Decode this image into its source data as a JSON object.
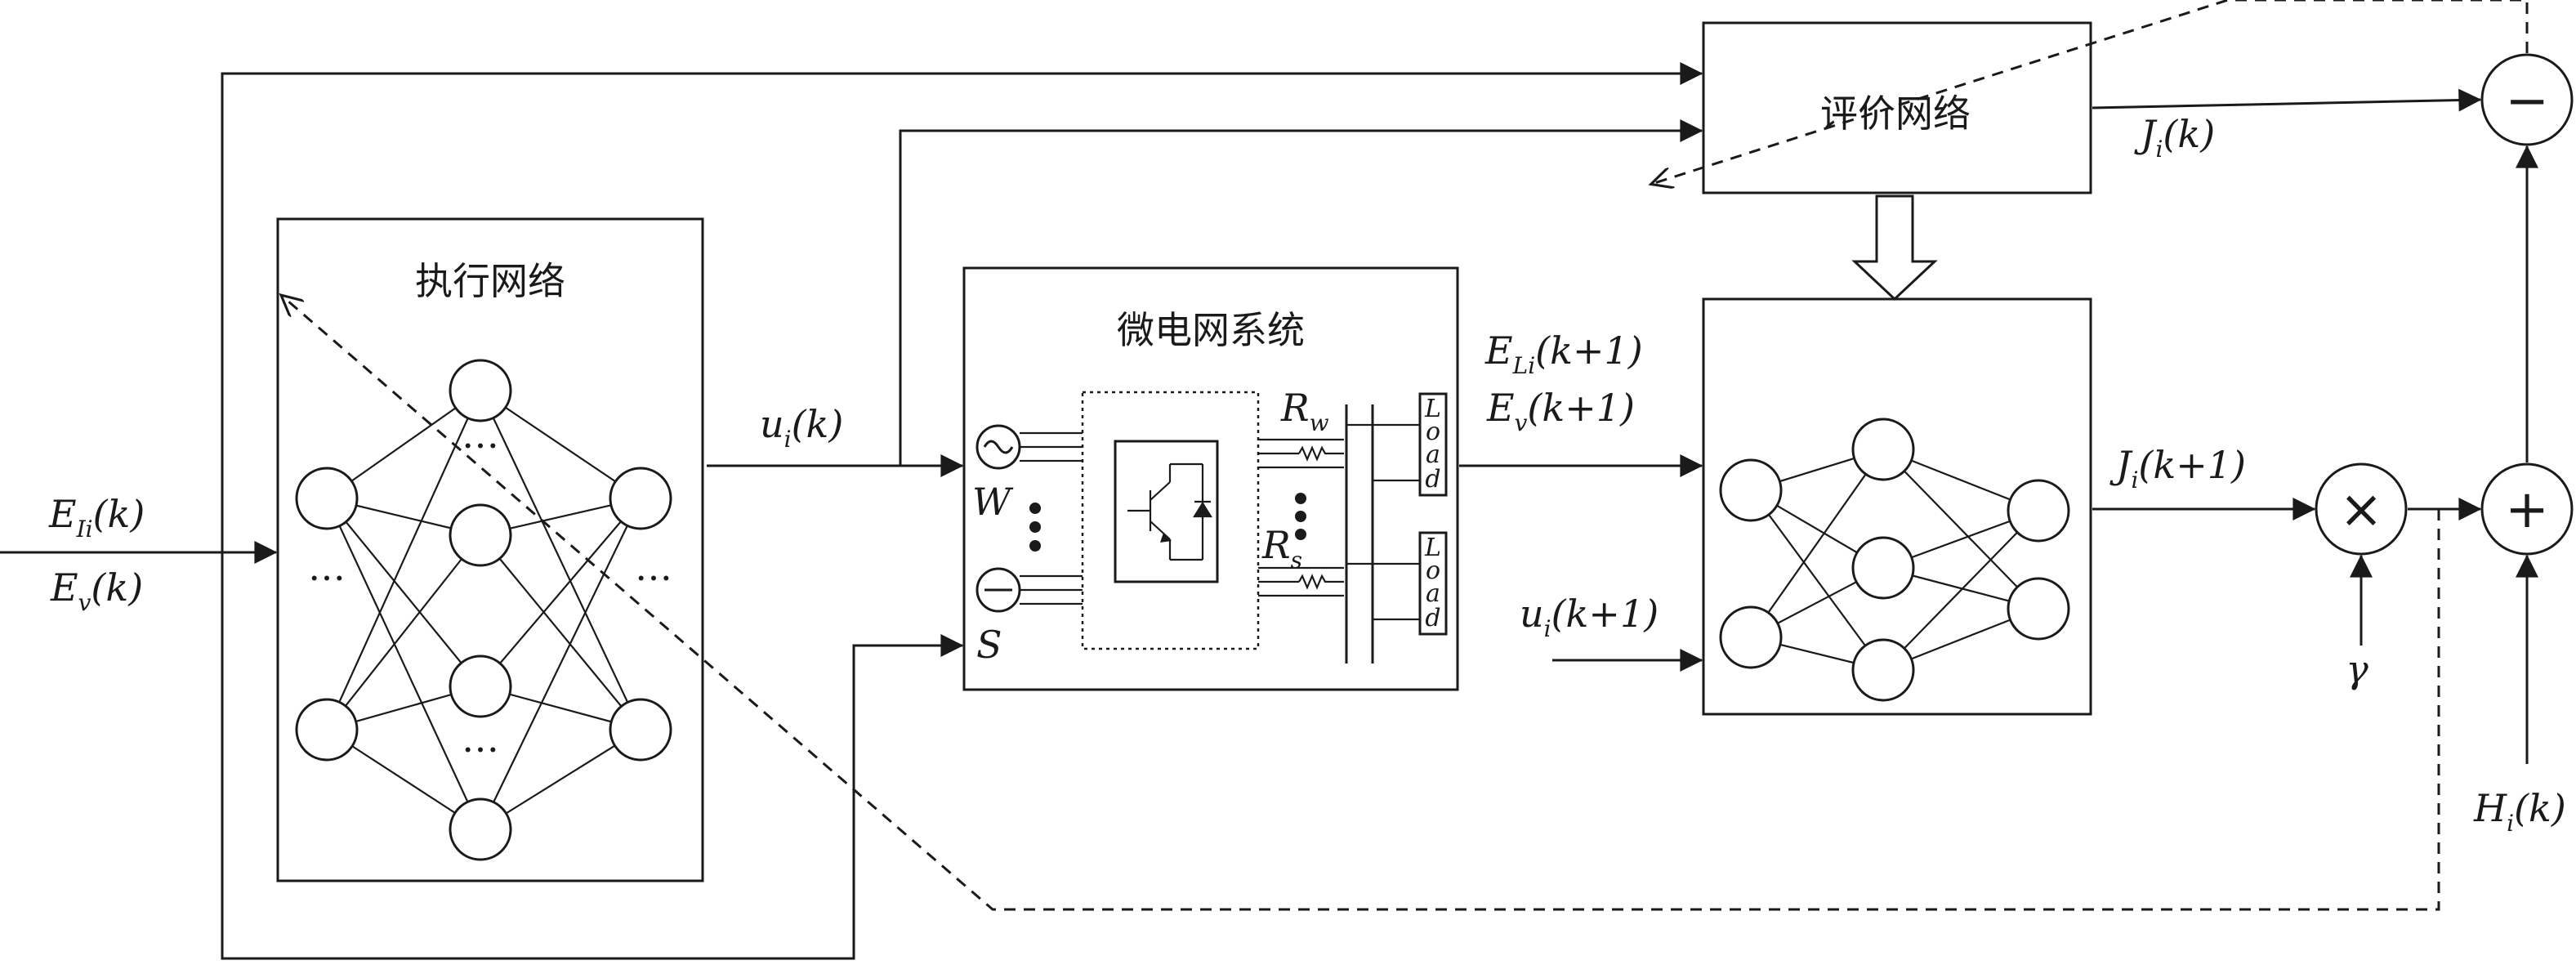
{
  "blocks": {
    "actor": "执行网络",
    "critic": "评价网络",
    "microgrid": "微电网系统"
  },
  "signals": {
    "input_E": "E",
    "input_E_sub": "Ii",
    "input_E_arg": "(k)",
    "input_Ev": "E",
    "input_Ev_sub": "v",
    "input_Ev_arg": "(k)",
    "u_out": "u",
    "u_out_sub": "i",
    "u_out_arg": "(k)",
    "next_ELi": "E",
    "next_ELi_sub": "Li",
    "next_ELi_arg": "(k+1)",
    "next_Ev": "E",
    "next_Ev_sub": "v",
    "next_Ev_arg": "(k+1)",
    "u_next": "u",
    "u_next_sub": "i",
    "u_next_arg": "(k+1)",
    "J_next": "J",
    "J_next_sub": "i",
    "J_next_arg": "(k+1)",
    "J_now": "J",
    "J_now_sub": "i",
    "J_now_arg": "(k)",
    "gamma": "γ",
    "H": "H",
    "H_sub": "i",
    "H_arg": "(k)"
  },
  "microgrid_parts": {
    "source_w": "W",
    "source_s": "S",
    "resistor_w": "R",
    "resistor_w_sub": "w",
    "resistor_s": "R",
    "resistor_s_sub": "s",
    "load_letters": [
      "L",
      "o",
      "a",
      "d"
    ]
  },
  "operators": {
    "minus": "−",
    "times": "×",
    "plus": "+"
  },
  "ellipsis": "…",
  "icons": [
    "ac-source-icon",
    "dc-source-icon",
    "igbt-icon",
    "resistor-icon",
    "load-icon",
    "vertical-ellipsis-icon"
  ]
}
